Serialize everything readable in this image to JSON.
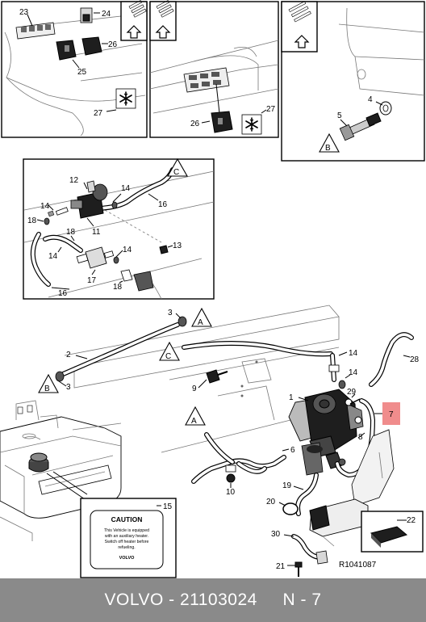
{
  "footer": {
    "text": "VOLVO - 21103024     N - 7"
  },
  "reference": "R1041087",
  "callouts": {
    "c1": "1",
    "c2": "2",
    "c3a": "3",
    "c3b": "3",
    "c4": "4",
    "c5": "5",
    "c6": "6",
    "c7": "7",
    "c8": "8",
    "c9": "9",
    "c10": "10",
    "c11": "11",
    "c12": "12",
    "c13": "13",
    "c14a": "14",
    "c14b": "14",
    "c14c": "14",
    "c14d": "14",
    "c14e": "14",
    "c15": "15",
    "c16a": "16",
    "c16b": "16",
    "c17": "17",
    "c18a": "18",
    "c18b": "18",
    "c19": "19",
    "c20": "20",
    "c21": "21",
    "c22": "22",
    "c23": "23",
    "c24": "24",
    "c25": "25",
    "c26a": "26",
    "c26b": "26",
    "c27a": "27",
    "c27b": "27",
    "c28": "28",
    "c29": "29",
    "c30": "30"
  },
  "markers": {
    "a1": "A",
    "a2": "A",
    "b1": "B",
    "b2": "B",
    "c1": "C",
    "c2": "C"
  },
  "caution_label": {
    "title": "CAUTION",
    "line1": "This Vehicle is equipped",
    "line2": "with an auxiliary heater.",
    "line3": "Switch off heater before",
    "line4": "refueling.",
    "brand": "VOLVO"
  },
  "colors": {
    "highlight": "#f08c8c",
    "footer_bg": "#8a8a8a",
    "footer_text": "#ffffff"
  },
  "icons": [
    "arrow-up-icon",
    "snowflake-icon"
  ]
}
